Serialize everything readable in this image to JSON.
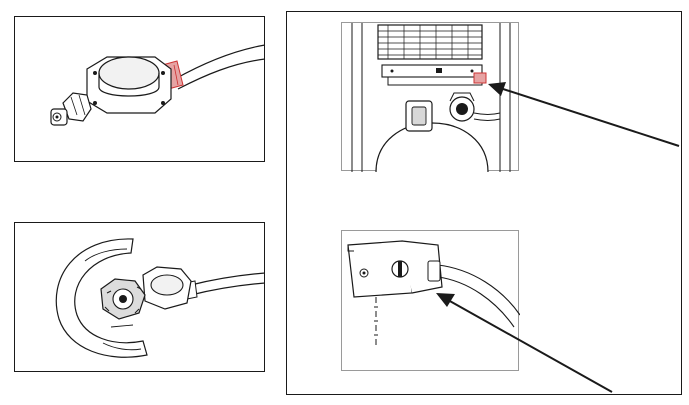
{
  "figure": {
    "panels": [
      {
        "name": "regulator-hose-detail"
      },
      {
        "name": "regulator-with-bracket-detail"
      },
      {
        "name": "heater-base-overview"
      },
      {
        "name": "valve-bracket-detail"
      }
    ],
    "colors": {
      "line": "#1a1a1a",
      "frame": "#1a1a1a",
      "highlight": "#cc3333",
      "photo_border": "#9a9a9a",
      "shade": "#d8d8d8"
    }
  }
}
